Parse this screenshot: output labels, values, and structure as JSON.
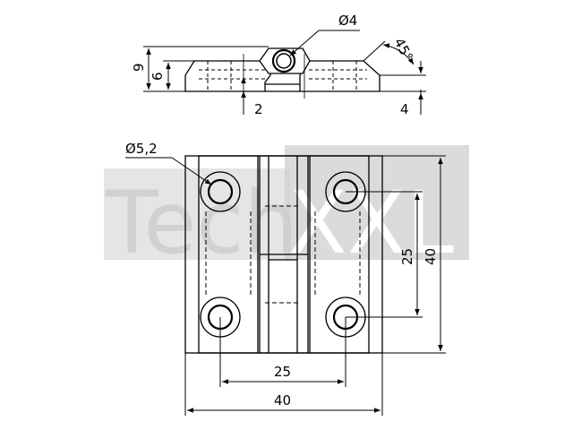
{
  "watermark": {
    "part1": "Tech",
    "part2": "XXL",
    "color": "#cfcfcf"
  },
  "side_view_dims": {
    "hole_diameter": "Ø4",
    "total_height": "9",
    "body_height": "6",
    "gap": "2",
    "edge_thickness": "4",
    "chamfer_angle": "45°"
  },
  "top_view_dims": {
    "hole_diameter": "Ø5,2",
    "hole_pitch_vertical": "25",
    "total_height": "40",
    "hole_pitch_horizontal": "25",
    "total_width": "40"
  },
  "colors": {
    "line": "#000000",
    "watermark_band": "#cfcfcf"
  }
}
